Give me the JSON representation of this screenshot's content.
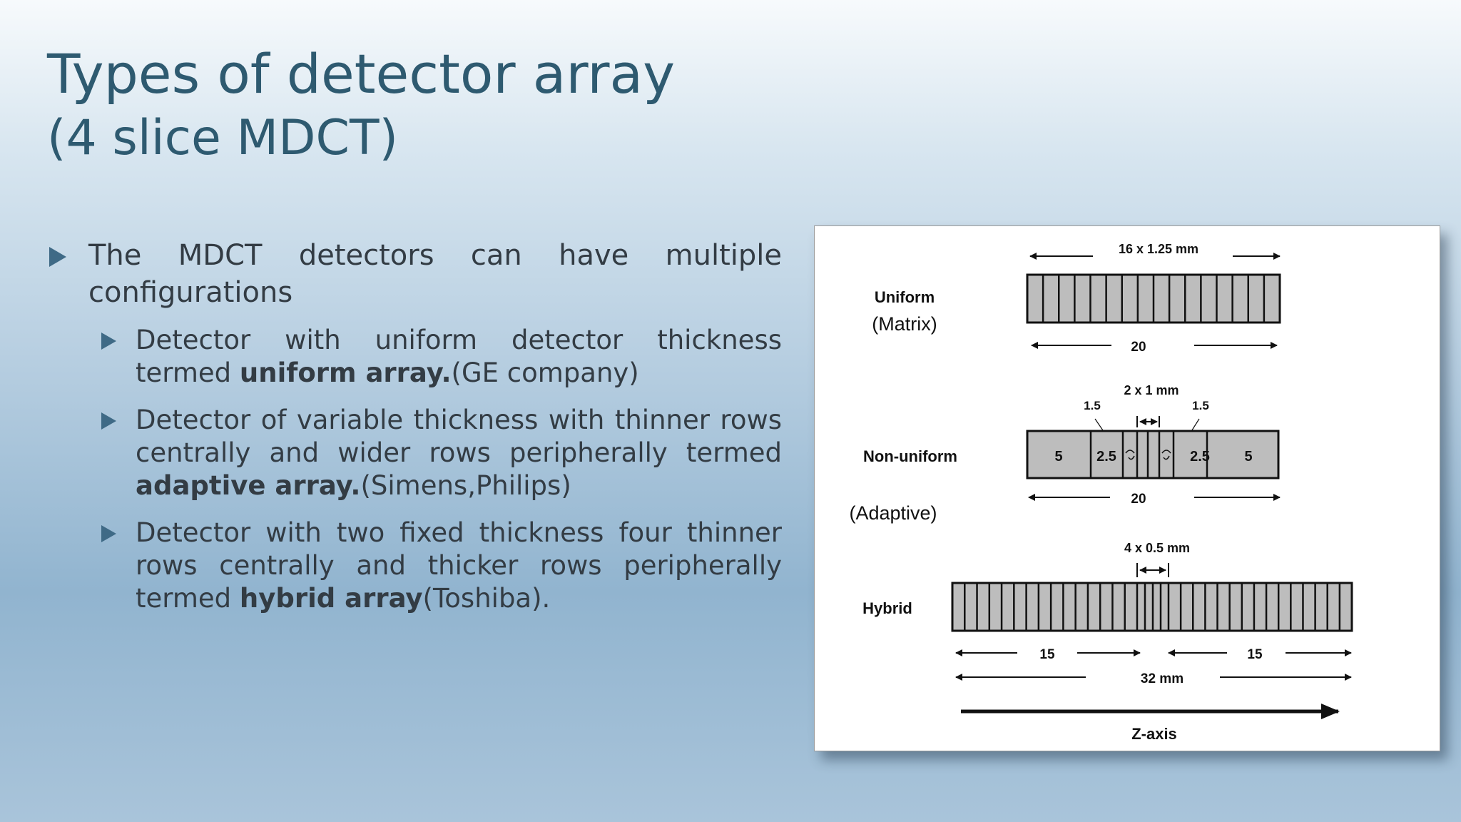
{
  "slide": {
    "title": "Types of detector array",
    "subtitle": "(4 slice MDCT)"
  },
  "bullets": {
    "main": "The MDCT detectors can have multiple configurations",
    "items": [
      {
        "text_before": "Detector with uniform detector thickness termed ",
        "bold": "uniform array.",
        "text_after": "(GE company)"
      },
      {
        "text_before": "Detector of variable thickness with thinner rows centrally and wider rows peripherally termed ",
        "bold": "adaptive array.",
        "text_after": "(Simens,Philips)"
      },
      {
        "text_before": "Detector with two fixed thickness four thinner rows centrally and thicker rows peripherally termed ",
        "bold": "hybrid array",
        "text_after": "(Toshiba)."
      }
    ]
  },
  "figure": {
    "uniform": {
      "label": "Uniform",
      "sublabel": "(Matrix)",
      "top_dim": "16 x 1.25 mm",
      "bottom_dim": "20"
    },
    "nonuniform": {
      "label": "Non-uniform",
      "sublabel": "(Adaptive)",
      "top_dim": "2 x 1 mm",
      "left_dim": "1.5",
      "right_dim": "1.5",
      "cells": [
        "5",
        "2.5",
        "2.5",
        "5"
      ],
      "bottom_dim": "20"
    },
    "hybrid": {
      "label": "Hybrid",
      "top_dim": "4 x 0.5 mm",
      "left_dim": "15",
      "right_dim": "15",
      "total_dim": "32 mm"
    },
    "axis_label": "Z-axis"
  }
}
